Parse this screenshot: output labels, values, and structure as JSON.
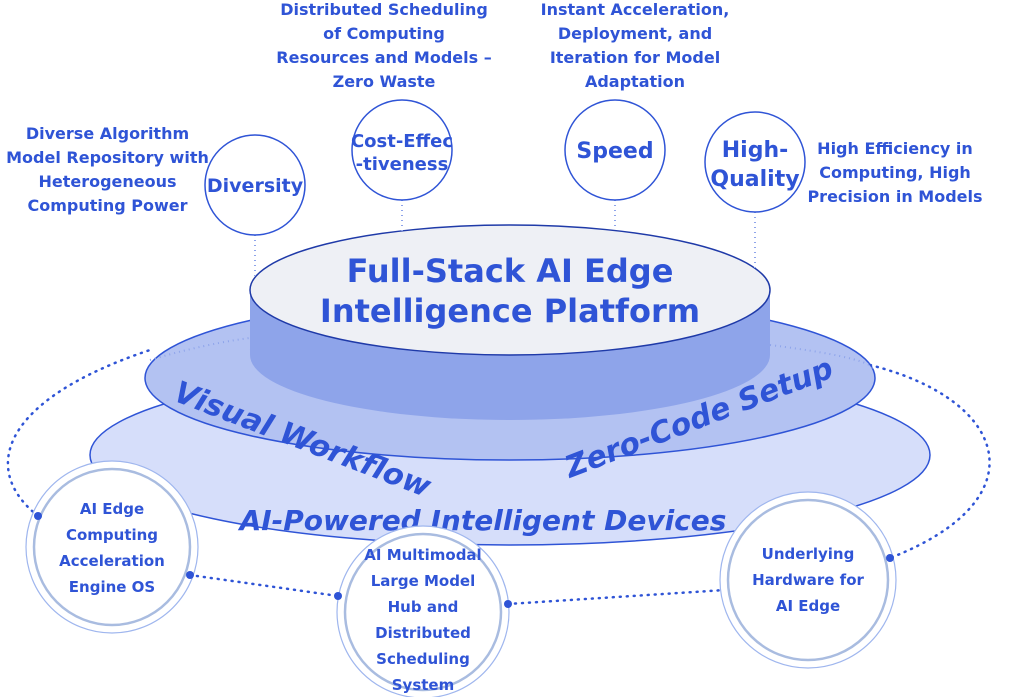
{
  "colors": {
    "accent": "#2f54d6",
    "disc_outer": "#d6defa",
    "disc_middle": "#b3c2f2",
    "cylinder": "#8ea4ea",
    "cylinder_top": "#eef0f5"
  },
  "platform": {
    "line1": "Full-Stack AI Edge",
    "line2": "Intelligence Platform"
  },
  "rings": {
    "left": "Visual Workflow",
    "right": "Zero-Code Setup",
    "outer": "AI-Powered Intelligent Devices"
  },
  "features": [
    {
      "name": "Diversity",
      "desc": "Diverse Algorithm Model Repository with Heterogeneous Computing Power"
    },
    {
      "name_line1": "Cost-Effec",
      "name_line2": "-tiveness",
      "desc": "Distributed Scheduling of Computing Resources and Models – Zero Waste"
    },
    {
      "name": "Speed",
      "desc": "Instant Acceleration, Deployment, and Iteration for Model Adaptation"
    },
    {
      "name_line1": "High-",
      "name_line2": "Quality",
      "desc": "High Efficiency in Computing, High Precision in Models"
    }
  ],
  "foundations": [
    {
      "label": "AI Edge Computing Acceleration Engine OS"
    },
    {
      "label": "AI Multimodal Large Model Hub and Distributed Scheduling System"
    },
    {
      "label": "Underlying Hardware for AI Edge"
    }
  ]
}
